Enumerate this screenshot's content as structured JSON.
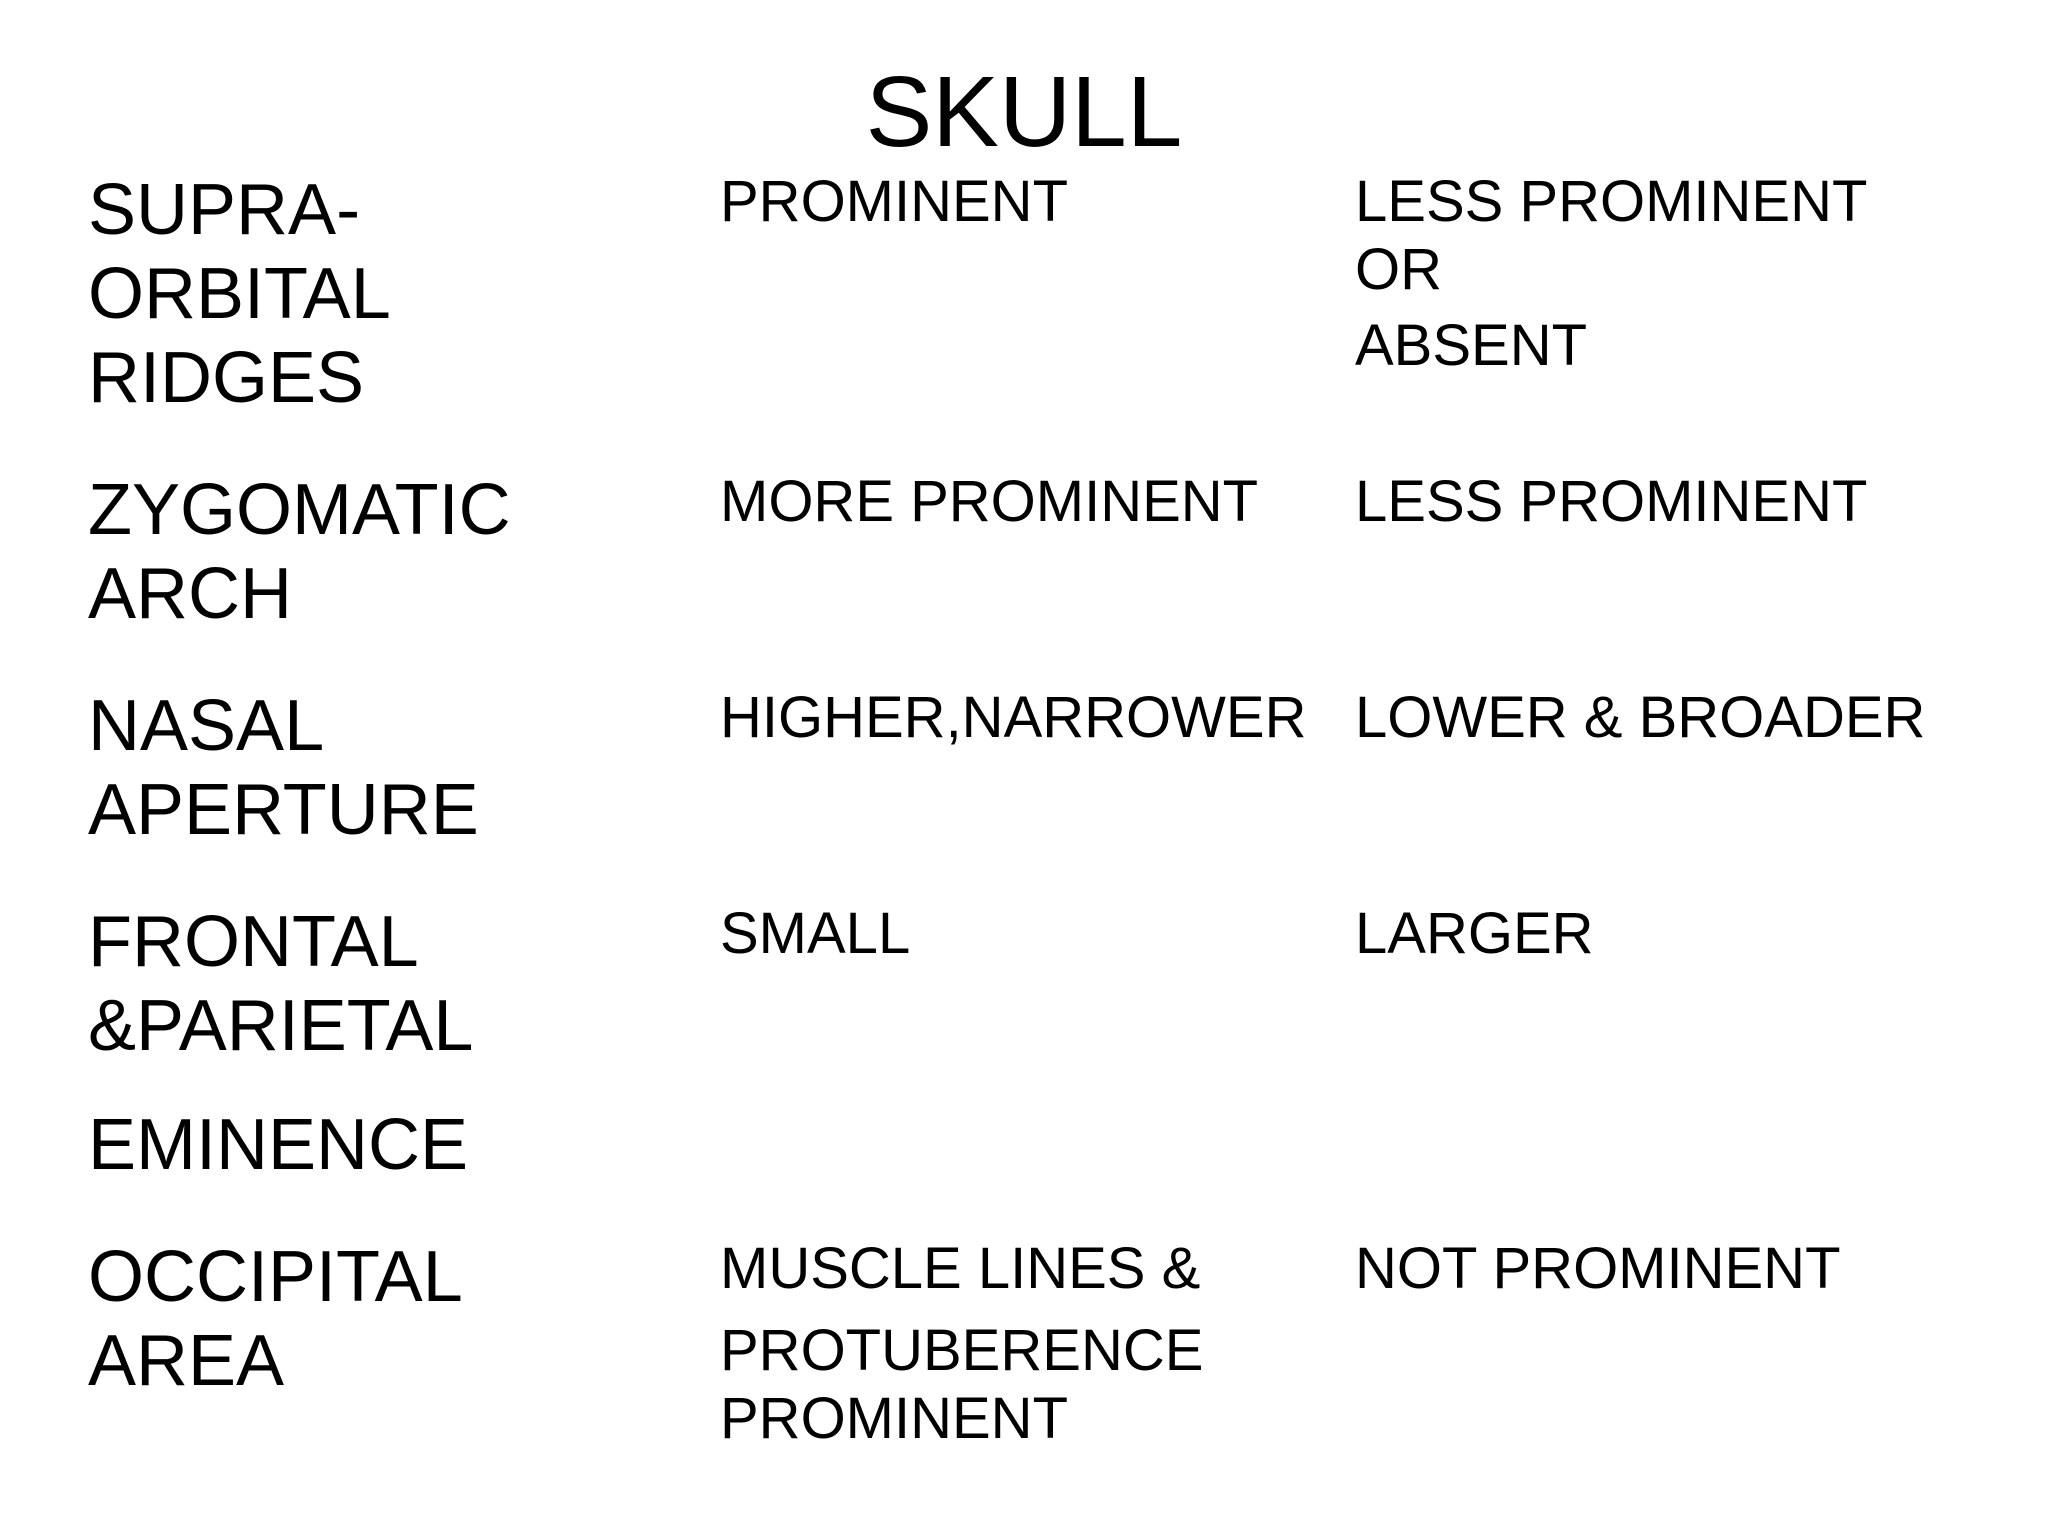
{
  "title": "SKULL",
  "colors": {
    "background": "#ffffff",
    "text": "#000000"
  },
  "table": {
    "rows": [
      {
        "feature": [
          "SUPRA-",
          "ORBITAL",
          "RIDGES"
        ],
        "col_a": [
          "PROMINENT"
        ],
        "col_b": [
          "LESS PROMINENT",
          "OR",
          "ABSENT"
        ]
      },
      {
        "feature": [
          "ZYGOMATIC",
          "ARCH"
        ],
        "col_a": [
          "MORE PROMINENT"
        ],
        "col_b": [
          "LESS PROMINENT"
        ]
      },
      {
        "feature": [
          "NASAL",
          "APERTURE"
        ],
        "col_a": [
          "HIGHER,NARROWER"
        ],
        "col_b": [
          "LOWER & BROADER"
        ]
      },
      {
        "feature": [
          "FRONTAL",
          "&PARIETAL",
          "EMINENCE"
        ],
        "col_a": [
          "SMALL"
        ],
        "col_b": [
          "LARGER"
        ]
      },
      {
        "feature": [
          "OCCIPITAL",
          "AREA"
        ],
        "col_a": [
          "MUSCLE LINES &",
          "PROTUBERENCE",
          "PROMINENT"
        ],
        "col_b": [
          "NOT PROMINENT"
        ]
      }
    ]
  }
}
